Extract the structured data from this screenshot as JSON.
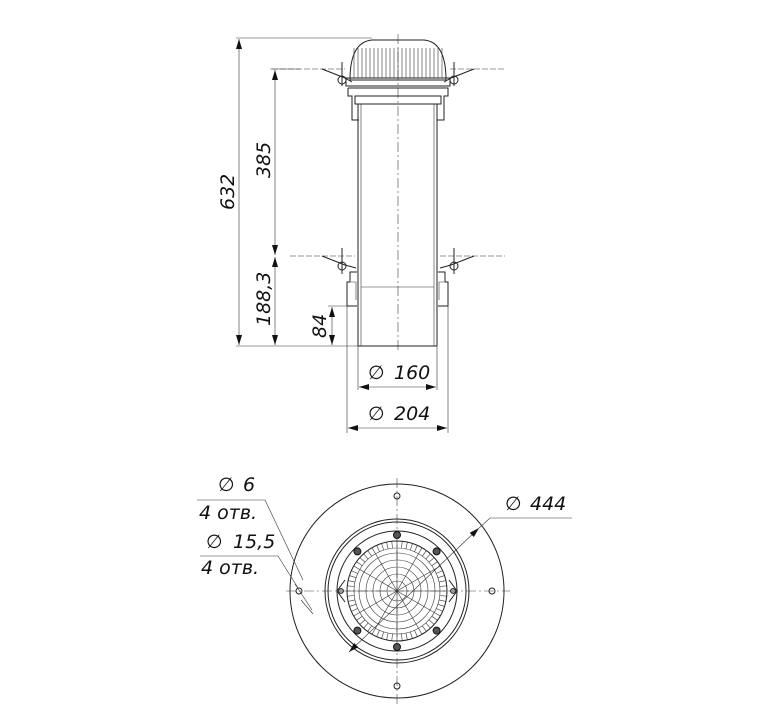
{
  "drawing": {
    "side_view": {
      "dimensions": {
        "total_height": "632",
        "upper_height": "385",
        "lower_height": "188,3",
        "sleeve_height": "84",
        "pipe_diameter": "160",
        "sleeve_diameter": "204"
      }
    },
    "top_view": {
      "dimensions": {
        "flange_diameter": "444",
        "hole_small_diameter": "6",
        "hole_small_count": "4 отв.",
        "hole_large_diameter": "15,5",
        "hole_large_count": "4 отв."
      }
    },
    "diameter_symbol": "∅"
  }
}
